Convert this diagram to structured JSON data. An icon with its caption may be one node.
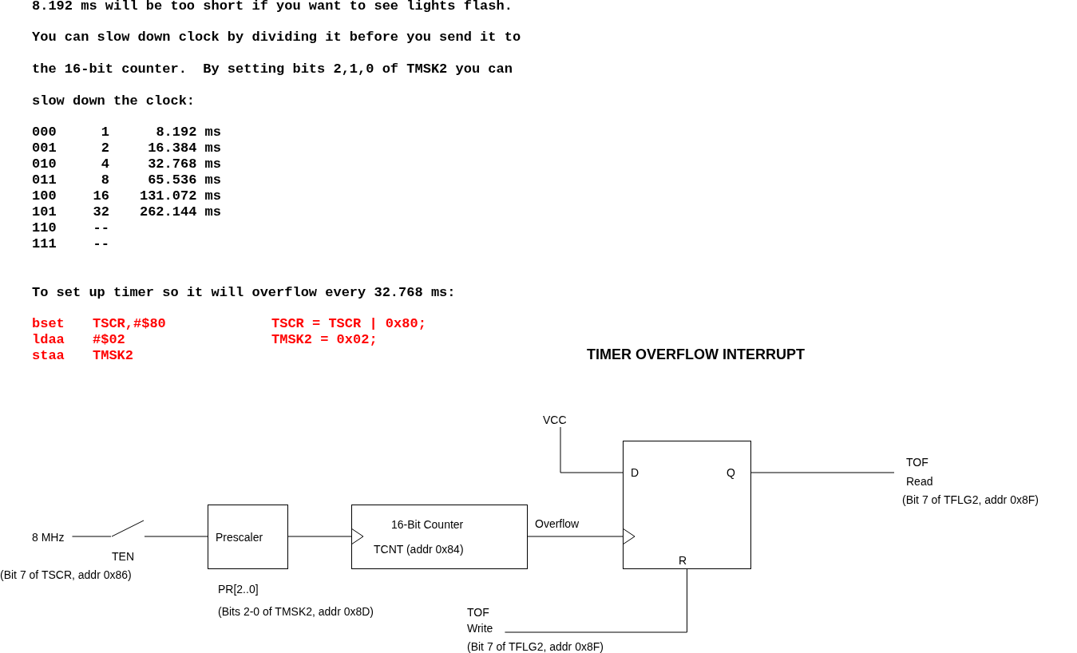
{
  "diagram": {
    "title": "TIMER OVERFLOW INTERRUPT",
    "nodes": [
      {
        "text": [
          "8 MHz"
        ]
      },
      {
        "text": [],
        "shape": "switch",
        "beside": [
          "TEN",
          "(Bit 7 of TSCR, addr 0x86)"
        ]
      },
      {
        "text": [
          "Prescaler"
        ],
        "beside": [
          "PR[2..0]",
          "(Bits 2-0 of TMSK2, addr 0x8D)"
        ]
      },
      {
        "text": [
          "16-Bit Counter",
          "TCNT (addr 0x84)"
        ]
      },
      {
        "text": [
          "D",
          "Q",
          "R"
        ]
      },
      {
        "text": [
          "VCC"
        ]
      },
      {
        "text": [
          "TOF Read",
          "(Bit 7 of TFLG2, addr 0x8F)"
        ]
      },
      {
        "text": [
          "TOF Write",
          "(Bit 7 of TFLG2, addr 0x8F)"
        ]
      }
    ],
    "edges": [
      {
        "from": 0,
        "to": 1,
        "arrow": "none"
      },
      {
        "from": 1,
        "to": 2,
        "arrow": "none"
      },
      {
        "from": 2,
        "to": 3,
        "arrow": "to"
      },
      {
        "from": 3,
        "to": 4,
        "arrow": "to",
        "label": "Overflow"
      },
      {
        "from": 5,
        "to": 4,
        "arrow": "none"
      },
      {
        "from": 4,
        "to": 6,
        "arrow": "none"
      },
      {
        "from": 7,
        "to": 4,
        "arrow": "none"
      }
    ],
    "labels": [
      "8.192 ms will be too short if you want to see lights flash.",
      "You can slow down clock by dividing it before you send it to the 16-bit counter.  By setting bits 2,1,0 of TMSK2 you can slow down the clock:",
      "000",
      "1",
      "8.192 ms",
      "001",
      "2",
      "16.384 ms",
      "010",
      "4",
      "32.768 ms",
      "011",
      "8",
      "65.536 ms",
      "100",
      "16",
      "131.072 ms",
      "101",
      "32",
      "262.144 ms",
      "110",
      "--",
      "111",
      "--",
      "To set up timer so it will overflow every 32.768 ms:",
      "bset",
      "TSCR,#$80",
      "TSCR = TSCR | 0x80;",
      "ldaa",
      "#$02",
      "TMSK2 = 0x02;",
      "staa",
      "TMSK2"
    ]
  }
}
